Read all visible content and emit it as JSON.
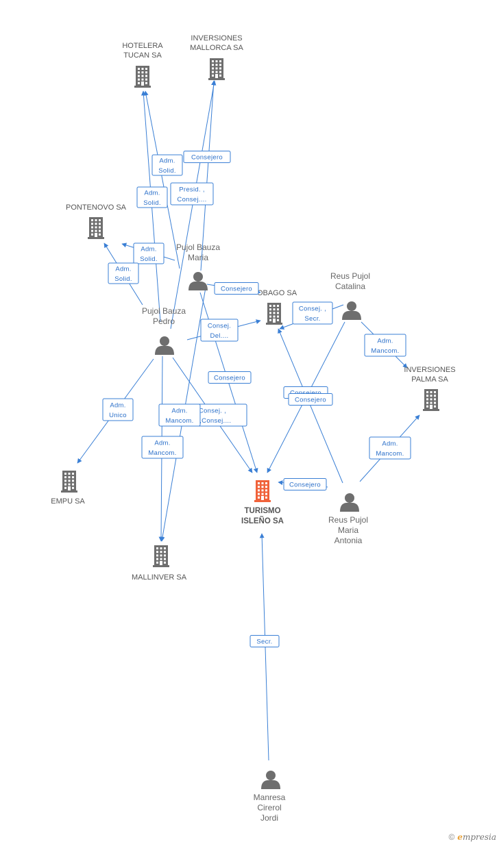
{
  "diagram": {
    "colors": {
      "edge": "#3a7fd5",
      "company": "#6e6e6e",
      "focus": "#f0623a",
      "person": "#6e6e6e"
    },
    "nodes": [
      {
        "id": "turismo",
        "type": "company",
        "focus": true,
        "lines": [
          "TURISMO",
          "ISLEÑO SA"
        ]
      },
      {
        "id": "hotelera",
        "type": "company",
        "lines": [
          "HOTELERA",
          "TUCAN SA"
        ]
      },
      {
        "id": "invmallorca",
        "type": "company",
        "lines": [
          "INVERSIONES",
          "MALLORCA SA"
        ]
      },
      {
        "id": "pontenovo",
        "type": "company",
        "lines": [
          "PONTENOVO SA"
        ]
      },
      {
        "id": "tobago",
        "type": "company",
        "lines": [
          "OBAGO SA"
        ]
      },
      {
        "id": "invpalma",
        "type": "company",
        "lines": [
          "INVERSIONES",
          "PALMA SA"
        ]
      },
      {
        "id": "empu",
        "type": "company",
        "lines": [
          "EMPU SA"
        ]
      },
      {
        "id": "mallinver",
        "type": "company",
        "lines": [
          "MALLINVER SA"
        ]
      },
      {
        "id": "maria",
        "type": "person",
        "lines": [
          "Pujol Bauza",
          "Maria"
        ]
      },
      {
        "id": "pedro",
        "type": "person",
        "lines": [
          "Pujol Bauza",
          "Pedro"
        ]
      },
      {
        "id": "catalina",
        "type": "person",
        "lines": [
          "Reus Pujol",
          "Catalina"
        ]
      },
      {
        "id": "antonia",
        "type": "person",
        "lines": [
          "Reus Pujol",
          "Maria",
          "Antonia"
        ]
      },
      {
        "id": "jordi",
        "type": "person",
        "lines": [
          "Manresa",
          "Cirerol",
          "Jordi"
        ]
      }
    ],
    "edges": [
      {
        "from": "pedro",
        "to": "hotelera",
        "lines": [
          "Adm.",
          "Solid."
        ]
      },
      {
        "from": "maria",
        "to": "hotelera",
        "lines": [
          "Adm.",
          "Solid."
        ]
      },
      {
        "from": "pedro",
        "to": "invmallorca",
        "lines": [
          "Presid. ,",
          "Consej...."
        ]
      },
      {
        "from": "maria",
        "to": "invmallorca",
        "lines": [
          "Consejero"
        ]
      },
      {
        "from": "maria",
        "to": "pontenovo",
        "lines": [
          "Adm.",
          "Solid."
        ]
      },
      {
        "from": "pedro",
        "to": "pontenovo",
        "lines": [
          "Adm.",
          "Solid."
        ]
      },
      {
        "from": "maria",
        "to": "tobago",
        "lines": [
          "Consejero"
        ]
      },
      {
        "from": "pedro",
        "to": "tobago",
        "lines": [
          "Consej.",
          "Del...."
        ]
      },
      {
        "from": "catalina",
        "to": "tobago",
        "lines": [
          "Consej. ,",
          "Secr."
        ]
      },
      {
        "from": "catalina",
        "to": "invpalma",
        "lines": [
          "Adm.",
          "Mancom."
        ]
      },
      {
        "from": "maria",
        "to": "turismo",
        "lines": [
          "Consejero"
        ]
      },
      {
        "from": "pedro",
        "to": "turismo",
        "lines": [
          "Consej. ,",
          "d.,Consej...."
        ]
      },
      {
        "from": "pedro",
        "to": "empu",
        "lines": [
          "Adm.",
          "Unico"
        ]
      },
      {
        "from": "maria",
        "to": "mallinver",
        "lines": [
          "Adm.",
          "Mancom."
        ]
      },
      {
        "from": "pedro",
        "to": "mallinver",
        "lines": [
          "Adm.",
          "Mancom."
        ]
      },
      {
        "from": "catalina",
        "to": "turismo",
        "lines": [
          "Consejero"
        ]
      },
      {
        "from": "antonia",
        "to": "tobago",
        "lines": [
          "Consejero"
        ]
      },
      {
        "from": "antonia",
        "to": "turismo",
        "lines": [
          "Consejero"
        ]
      },
      {
        "from": "antonia",
        "to": "invpalma",
        "lines": [
          "Adm.",
          "Mancom."
        ]
      },
      {
        "from": "jordi",
        "to": "turismo",
        "lines": [
          "Secr."
        ]
      }
    ]
  },
  "branding": {
    "copyright": "©",
    "text": "mpresia",
    "initial": "e"
  }
}
